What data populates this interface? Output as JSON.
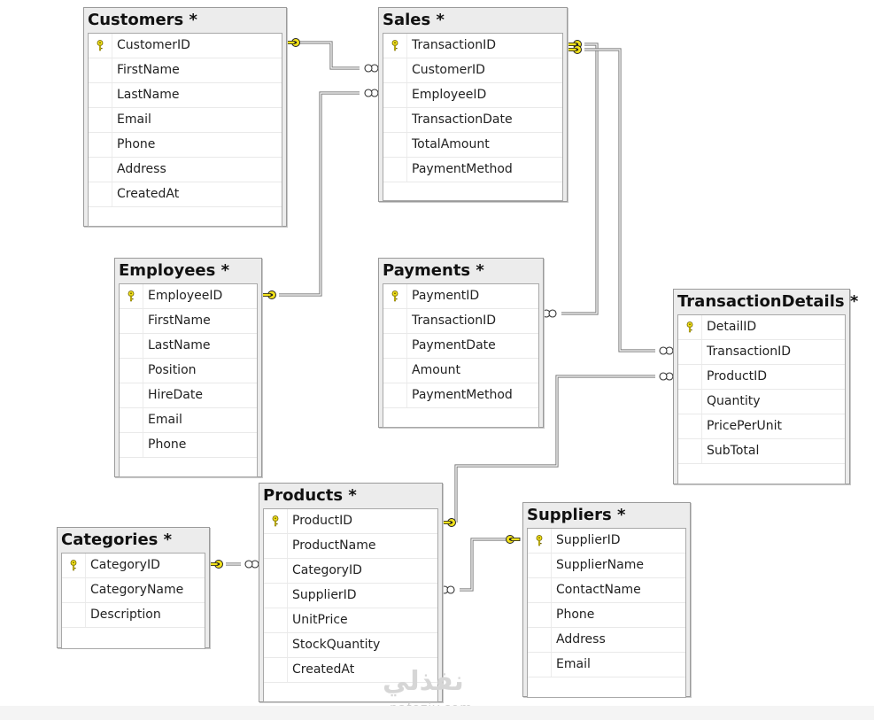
{
  "tables": [
    {
      "id": "customers",
      "title": "Customers *",
      "columns": [
        {
          "name": "CustomerID",
          "pk": true
        },
        {
          "name": "FirstName"
        },
        {
          "name": "LastName"
        },
        {
          "name": "Email"
        },
        {
          "name": "Phone"
        },
        {
          "name": "Address"
        },
        {
          "name": "CreatedAt"
        }
      ]
    },
    {
      "id": "sales",
      "title": "Sales *",
      "columns": [
        {
          "name": "TransactionID",
          "pk": true
        },
        {
          "name": "CustomerID"
        },
        {
          "name": "EmployeeID"
        },
        {
          "name": "TransactionDate"
        },
        {
          "name": "TotalAmount"
        },
        {
          "name": "PaymentMethod"
        }
      ]
    },
    {
      "id": "employees",
      "title": "Employees *",
      "columns": [
        {
          "name": "EmployeeID",
          "pk": true
        },
        {
          "name": "FirstName"
        },
        {
          "name": "LastName"
        },
        {
          "name": "Position"
        },
        {
          "name": "HireDate"
        },
        {
          "name": "Email"
        },
        {
          "name": "Phone"
        }
      ]
    },
    {
      "id": "payments",
      "title": "Payments *",
      "columns": [
        {
          "name": "PaymentID",
          "pk": true
        },
        {
          "name": "TransactionID"
        },
        {
          "name": "PaymentDate"
        },
        {
          "name": "Amount"
        },
        {
          "name": "PaymentMethod"
        }
      ]
    },
    {
      "id": "transactiondetails",
      "title": "TransactionDetails *",
      "columns": [
        {
          "name": "DetailID",
          "pk": true
        },
        {
          "name": "TransactionID"
        },
        {
          "name": "ProductID"
        },
        {
          "name": "Quantity"
        },
        {
          "name": "PricePerUnit"
        },
        {
          "name": "SubTotal"
        }
      ]
    },
    {
      "id": "products",
      "title": "Products *",
      "columns": [
        {
          "name": "ProductID",
          "pk": true
        },
        {
          "name": "ProductName"
        },
        {
          "name": "CategoryID"
        },
        {
          "name": "SupplierID"
        },
        {
          "name": "UnitPrice"
        },
        {
          "name": "StockQuantity"
        },
        {
          "name": "CreatedAt"
        }
      ]
    },
    {
      "id": "categories",
      "title": "Categories *",
      "columns": [
        {
          "name": "CategoryID",
          "pk": true
        },
        {
          "name": "CategoryName"
        },
        {
          "name": "Description"
        }
      ]
    },
    {
      "id": "suppliers",
      "title": "Suppliers *",
      "columns": [
        {
          "name": "SupplierID",
          "pk": true
        },
        {
          "name": "SupplierName"
        },
        {
          "name": "ContactName"
        },
        {
          "name": "Phone"
        },
        {
          "name": "Address"
        },
        {
          "name": "Email"
        }
      ]
    }
  ],
  "relationships": [
    {
      "from": "customers",
      "to": "sales"
    },
    {
      "from": "employees",
      "to": "sales"
    },
    {
      "from": "sales",
      "to": "payments"
    },
    {
      "from": "sales",
      "to": "transactiondetails"
    },
    {
      "from": "products",
      "to": "transactiondetails"
    },
    {
      "from": "categories",
      "to": "products"
    },
    {
      "from": "suppliers",
      "to": "products"
    }
  ],
  "watermark": {
    "arabic": "نفذلي",
    "latin": "nafeziy.com"
  },
  "colors": {
    "key": "#f2e21a",
    "line": "#7a7a7a"
  }
}
